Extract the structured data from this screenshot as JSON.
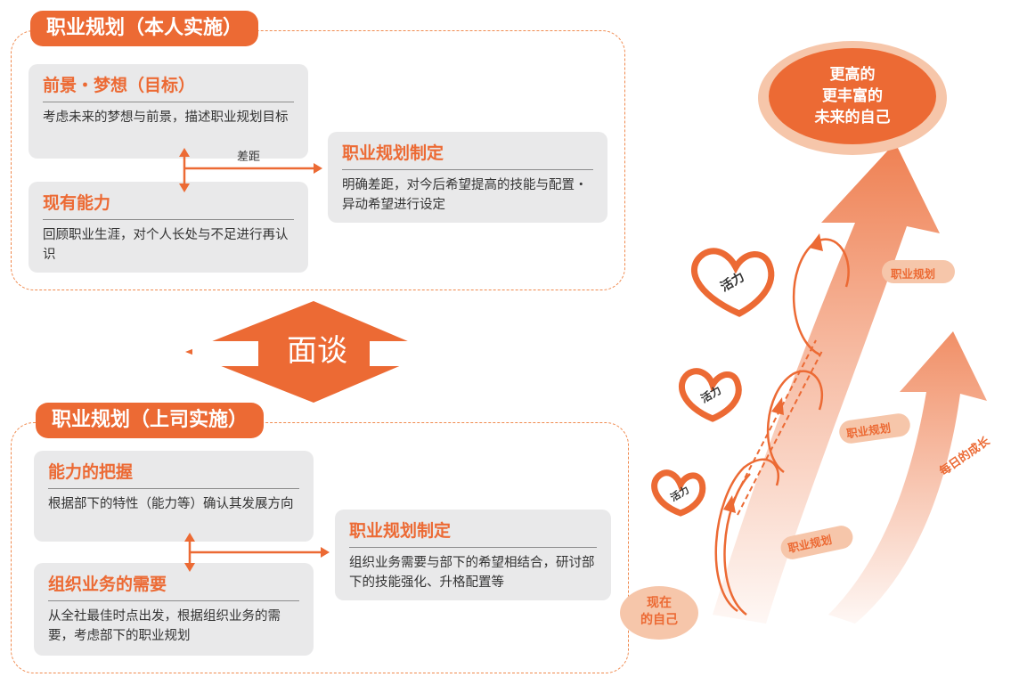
{
  "top": {
    "tag": "职业规划（本人实施）",
    "vision": {
      "title": "前景・梦想（目标）",
      "body": "考虑未来的梦想与前景，描述职业规划目标"
    },
    "ability": {
      "title": "现有能力",
      "body": "回顾职业生涯，对个人长处与不足进行再认识"
    },
    "gap_label": "差距",
    "plan": {
      "title": "职业规划制定",
      "body": "明确差距，对今后希望提高的技能与配置・异动希望进行设定"
    }
  },
  "interview": "面谈",
  "bottom": {
    "tag": "职业规划（上司实施）",
    "grasp": {
      "title": "能力的把握",
      "body": "根据部下的特性（能力等）确认其发展方向"
    },
    "needs": {
      "title": "组织业务的需要",
      "body": "从全社最佳时点出发，根据组织业务的需要，考虑部下的职业规划"
    },
    "plan": {
      "title": "职业规划制定",
      "body": "组织业务需要与部下的希望相结合，研讨部下的技能强化、升格配置等"
    }
  },
  "growth": {
    "goal": [
      "更高的",
      "更丰富的",
      "未来的自己"
    ],
    "now": [
      "现在",
      "的自己"
    ],
    "daily": "每日的成长",
    "plan_labels": [
      "职业规划",
      "职业规划",
      "职业规划"
    ],
    "vitality": [
      "活力",
      "活力",
      "活力"
    ]
  },
  "colors": {
    "accent": "#ec6a34",
    "card": "#e9e9ea",
    "dash": "#f08a4f"
  }
}
